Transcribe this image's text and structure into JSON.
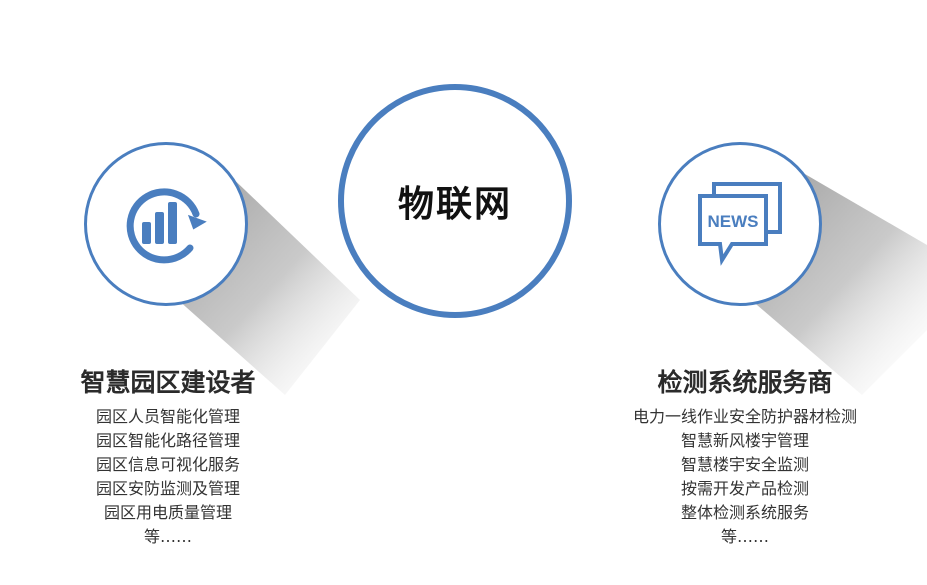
{
  "center": {
    "title": "物联网"
  },
  "left": {
    "icon": "bar-chart-refresh-icon",
    "title": "智慧园区建设者",
    "items": [
      "园区人员智能化管理",
      "园区智能化路径管理",
      "园区信息可视化服务",
      "园区安防监测及管理",
      "园区用电质量管理",
      "等……"
    ]
  },
  "right": {
    "icon": "news-icon",
    "icon_text": "NEWS",
    "title": "检测系统服务商",
    "items": [
      "电力一线作业安全防护器材检测",
      "智慧新风楼宇管理",
      "智慧楼宇安全监测",
      "按需开发产品检测",
      "整体检测系统服务",
      "等……"
    ]
  },
  "colors": {
    "accent": "#4a7ebf",
    "shadow": "#9a9a9a",
    "text": "#333333"
  }
}
